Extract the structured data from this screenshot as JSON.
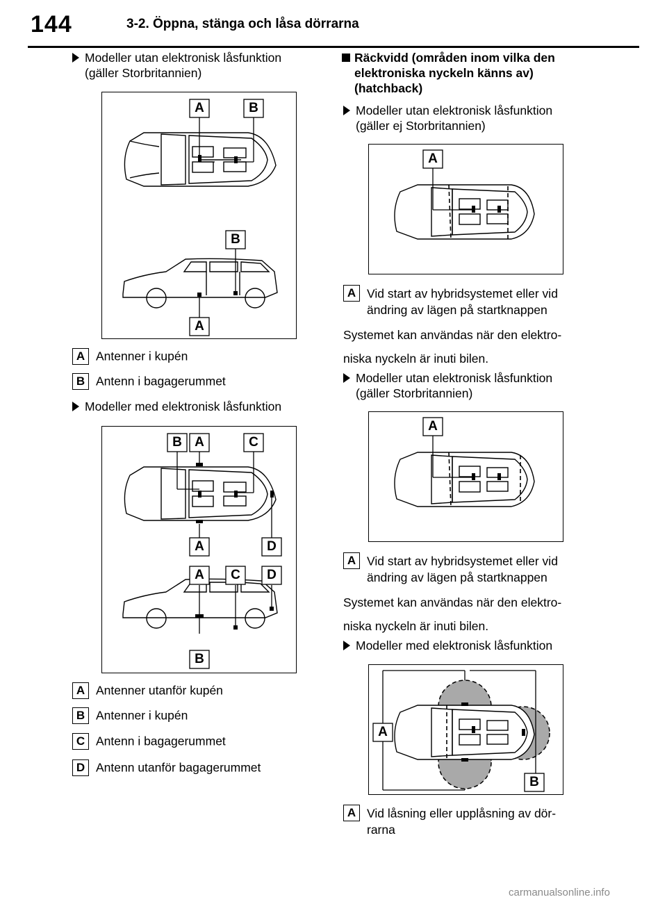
{
  "header": {
    "page_number": "144",
    "section_title": "3-2. Öppna, stänga och låsa dörrarna"
  },
  "left": {
    "bullet1": {
      "line1": "Modeller utan elektronisk låsfunktion",
      "line2": "(gäller Storbritannien)"
    },
    "fig1_callouts": [
      "A",
      "B",
      "B",
      "A"
    ],
    "legend1": [
      {
        "letter": "A",
        "text": "Antenner i kupén"
      },
      {
        "letter": "B",
        "text": "Antenn i bagagerummet"
      }
    ],
    "bullet2": {
      "line1": "Modeller med elektronisk låsfunktion"
    },
    "fig2_callouts": [
      "B",
      "A",
      "C",
      "A",
      "D",
      "A",
      "C",
      "D",
      "B"
    ],
    "legend2": [
      {
        "letter": "A",
        "text": "Antenner utanför kupén"
      },
      {
        "letter": "B",
        "text": "Antenner i kupén"
      },
      {
        "letter": "C",
        "text": "Antenn i bagagerummet"
      },
      {
        "letter": "D",
        "text": "Antenn utanför bagagerummet"
      }
    ]
  },
  "right": {
    "heading": {
      "line1": "Räckvidd (områden inom vilka den",
      "line2": "elektroniska nyckeln känns av)",
      "line3": "(hatchback)"
    },
    "bullet1": {
      "line1": "Modeller utan elektronisk låsfunktion",
      "line2": "(gäller ej Storbritannien)"
    },
    "fig1_callout": "A",
    "legend1": {
      "letter": "A",
      "line1": "Vid start av hybridsystemet eller vid",
      "line2": "ändring av lägen på startknappen"
    },
    "para1": {
      "line1": "Systemet kan användas när den elektro-",
      "line2": "niska nyckeln är inuti bilen."
    },
    "bullet2": {
      "line1": "Modeller utan elektronisk låsfunktion",
      "line2": "(gäller Storbritannien)"
    },
    "fig2_callout": "A",
    "legend2": {
      "letter": "A",
      "line1": "Vid start av hybridsystemet eller vid",
      "line2": "ändring av lägen på startknappen"
    },
    "para2": {
      "line1": "Systemet kan användas när den elektro-",
      "line2": "niska nyckeln är inuti bilen."
    },
    "bullet3": {
      "line1": "Modeller med elektronisk låsfunktion"
    },
    "fig3_callouts": [
      "A",
      "B"
    ],
    "legend3": {
      "letter": "A",
      "line1": "Vid låsning eller upplåsning av dör-",
      "line2": "rarna"
    }
  },
  "footer": {
    "watermark": "carmanualsonline.info"
  },
  "colors": {
    "zone_fill": "#a9a9a9",
    "line": "#000000"
  }
}
